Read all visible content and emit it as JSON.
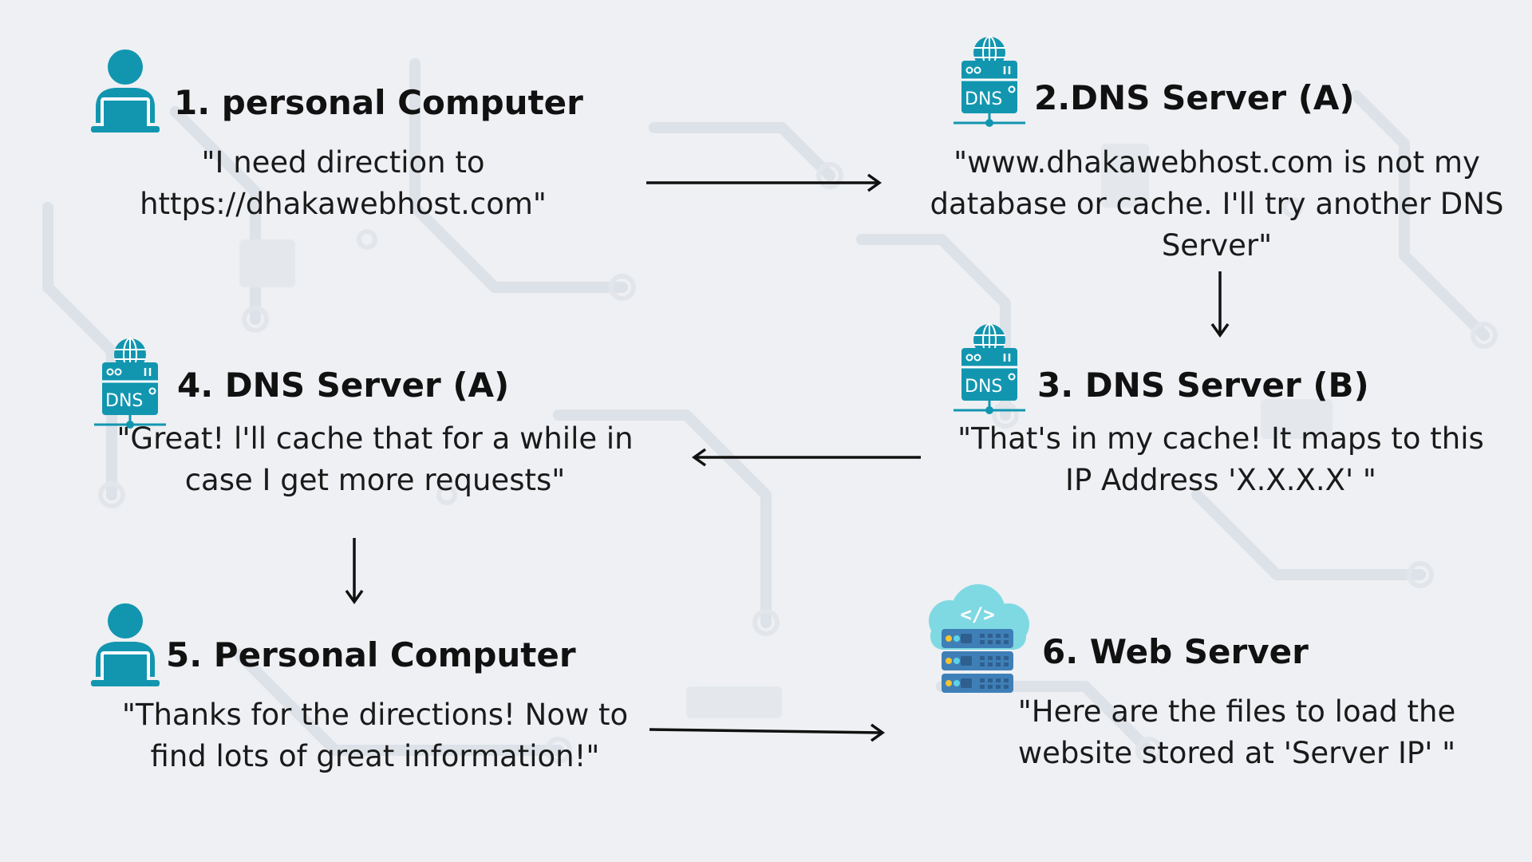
{
  "steps": [
    {
      "id": "s1",
      "icon": "person-laptop-icon",
      "title": "1. personal Computer",
      "quote_lines": [
        "\"I need direction to",
        "https://dhakawebhost.com\""
      ]
    },
    {
      "id": "s2",
      "icon": "dns-server-icon",
      "title": "2.DNS Server (A)",
      "quote_lines": [
        "\"www.dhakawebhost.com is not my",
        "database or cache. I'll try another DNS",
        "Server\""
      ]
    },
    {
      "id": "s3",
      "icon": "dns-server-icon",
      "title": "3. DNS Server (B)",
      "quote_lines": [
        "\"That's in my cache! It maps to this",
        "IP Address 'X.X.X.X' \""
      ]
    },
    {
      "id": "s4",
      "icon": "dns-server-icon",
      "title": "4. DNS Server (A)",
      "quote_lines": [
        "\"Great! l'll cache that for a while in",
        "case I get more requests\""
      ]
    },
    {
      "id": "s5",
      "icon": "person-laptop-icon",
      "title": "5. Personal Computer",
      "quote_lines": [
        "\"Thanks for the directions! Now to",
        "find lots of great information!\""
      ]
    },
    {
      "id": "s6",
      "icon": "cloud-web-server-icon",
      "title": "6. Web Server",
      "quote_lines": [
        "\"Here are the files to load the",
        "website stored at 'Server IP' \""
      ]
    }
  ],
  "dns_label": "DNS",
  "code_label": "</>",
  "colors": {
    "icon_teal": "#1296b0",
    "icon_white": "#ffffff",
    "cloud_light": "#7fd9e3",
    "server_blue": "#3f7fb7",
    "server_dark": "#2e5f8f",
    "led_yellow": "#f4c430",
    "led_cyan": "#5ed3e6",
    "arrow": "#111111",
    "background": "#eef0f3",
    "circuit": "#dde2e8"
  }
}
